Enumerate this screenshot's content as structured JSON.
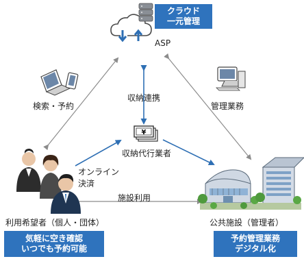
{
  "asp": {
    "label": "ASP",
    "badge": [
      "クラウド",
      "一元管理"
    ],
    "badge_color": "#2f73bd"
  },
  "edges": {
    "search_reserve": "検索・予約",
    "payment_link": "収納連携",
    "management": "管理業務",
    "online_payment": [
      "オンライン",
      "決済"
    ],
    "facility_use": "施設利用"
  },
  "payment_agent": {
    "label": "収納代行業者",
    "icon_symbol": "¥"
  },
  "user": {
    "label": "利用希望者（個人・団体）",
    "badge": [
      "気軽に空き確認",
      "いつでも予約可能"
    ]
  },
  "facility": {
    "label": "公共施設（管理者）",
    "badge": [
      "予約管理業務",
      "デジタル化"
    ]
  },
  "colors": {
    "blue_arrow": "#2e6fb4",
    "gray_arrow": "#8c8c8c",
    "badge": "#2f73bd"
  }
}
